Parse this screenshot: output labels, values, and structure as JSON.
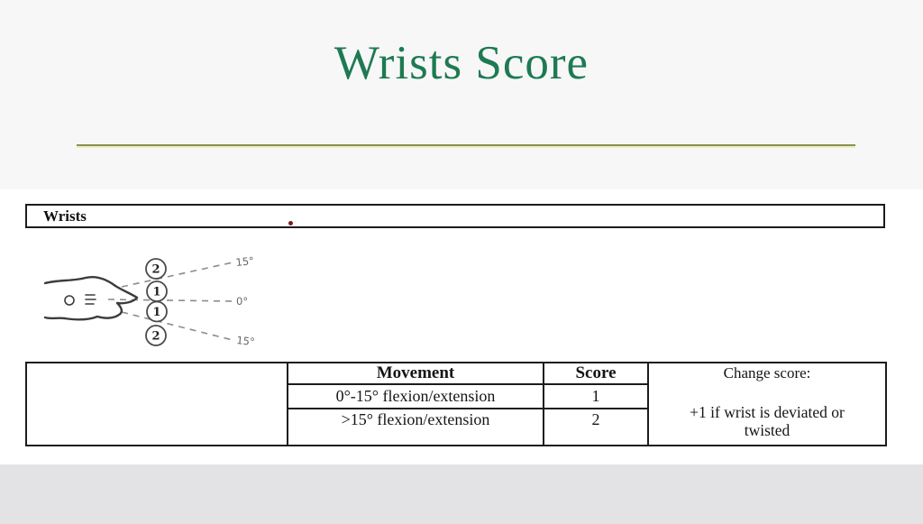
{
  "slide": {
    "title": "Wrists Score",
    "section_label": "Wrists"
  },
  "diagram": {
    "circles": [
      "2",
      "1",
      "1",
      "2"
    ],
    "angle_top": "15°",
    "angle_mid": "0°",
    "angle_bottom": "15°"
  },
  "table": {
    "col_movement": "Movement",
    "col_score": "Score",
    "change_header": "Change score:",
    "change_note": "+1 if wrist is deviated or twisted",
    "rows": [
      {
        "movement": "0°-15° flexion/extension",
        "score": "1"
      },
      {
        "movement": ">15° flexion/extension",
        "score": "2"
      }
    ]
  },
  "colors": {
    "title_green": "#1e7a52",
    "divider_olive": "#8a8f55",
    "divider_highlight": "#eef0bd",
    "border_dark": "#1c1c1c",
    "annotation_dot": "#7a1d1d",
    "background_top": "#f7f7f8",
    "background_bottom": "#e3e3e5",
    "content_white": "#ffffff"
  }
}
